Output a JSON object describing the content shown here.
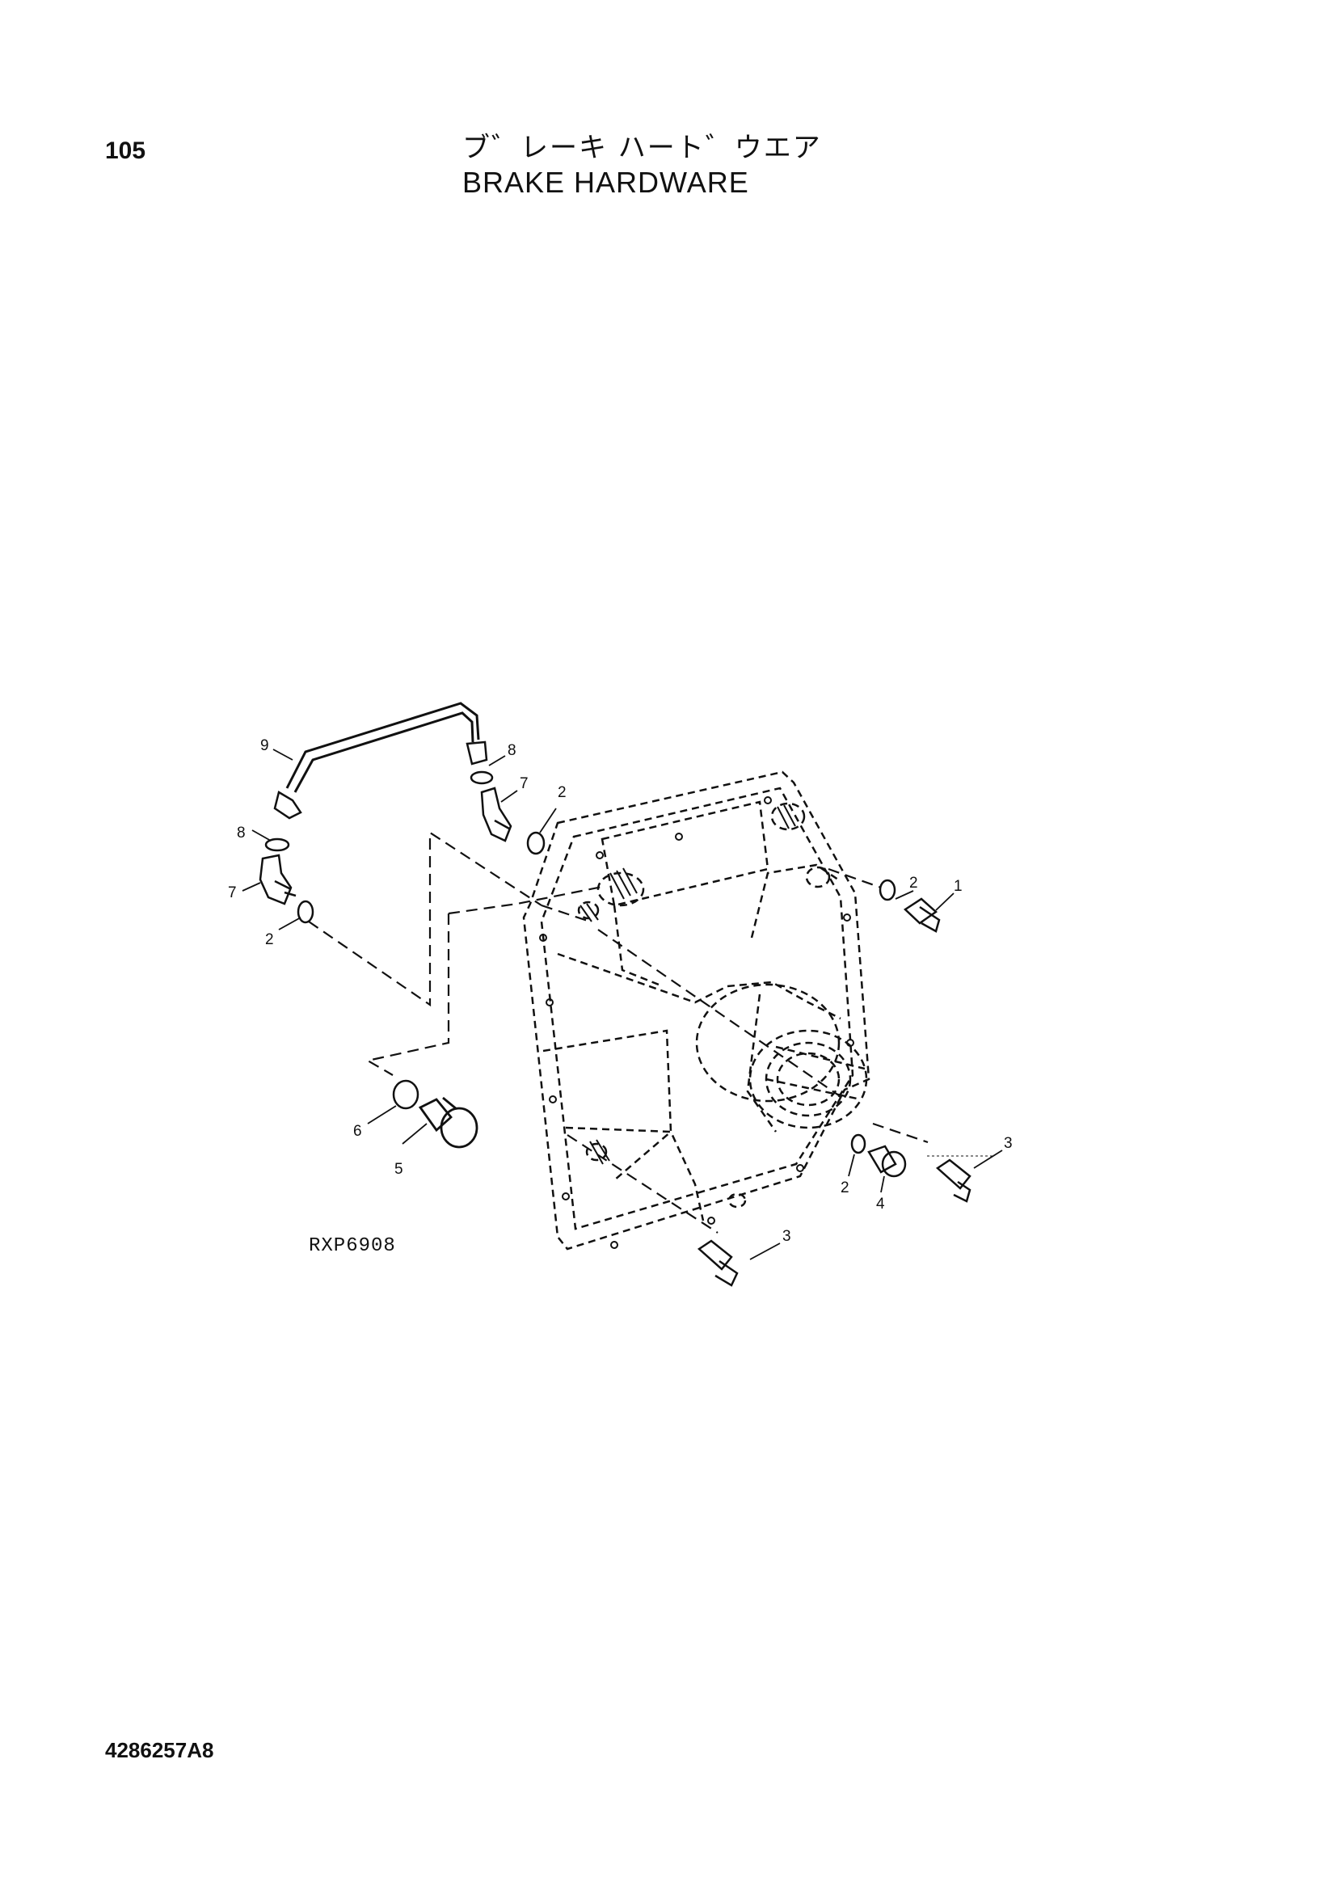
{
  "header": {
    "page_number": "105",
    "title_japanese": "ブ゛レーキ ハート゛ウエア",
    "title_english": "BRAKE HARDWARE"
  },
  "drawing": {
    "figure_code": "RXP6908",
    "callouts": [
      "1",
      "2",
      "2",
      "2",
      "2",
      "3",
      "3",
      "4",
      "5",
      "6",
      "7",
      "7",
      "8",
      "8",
      "9"
    ]
  },
  "footer": {
    "document_number": "4286257A8"
  }
}
